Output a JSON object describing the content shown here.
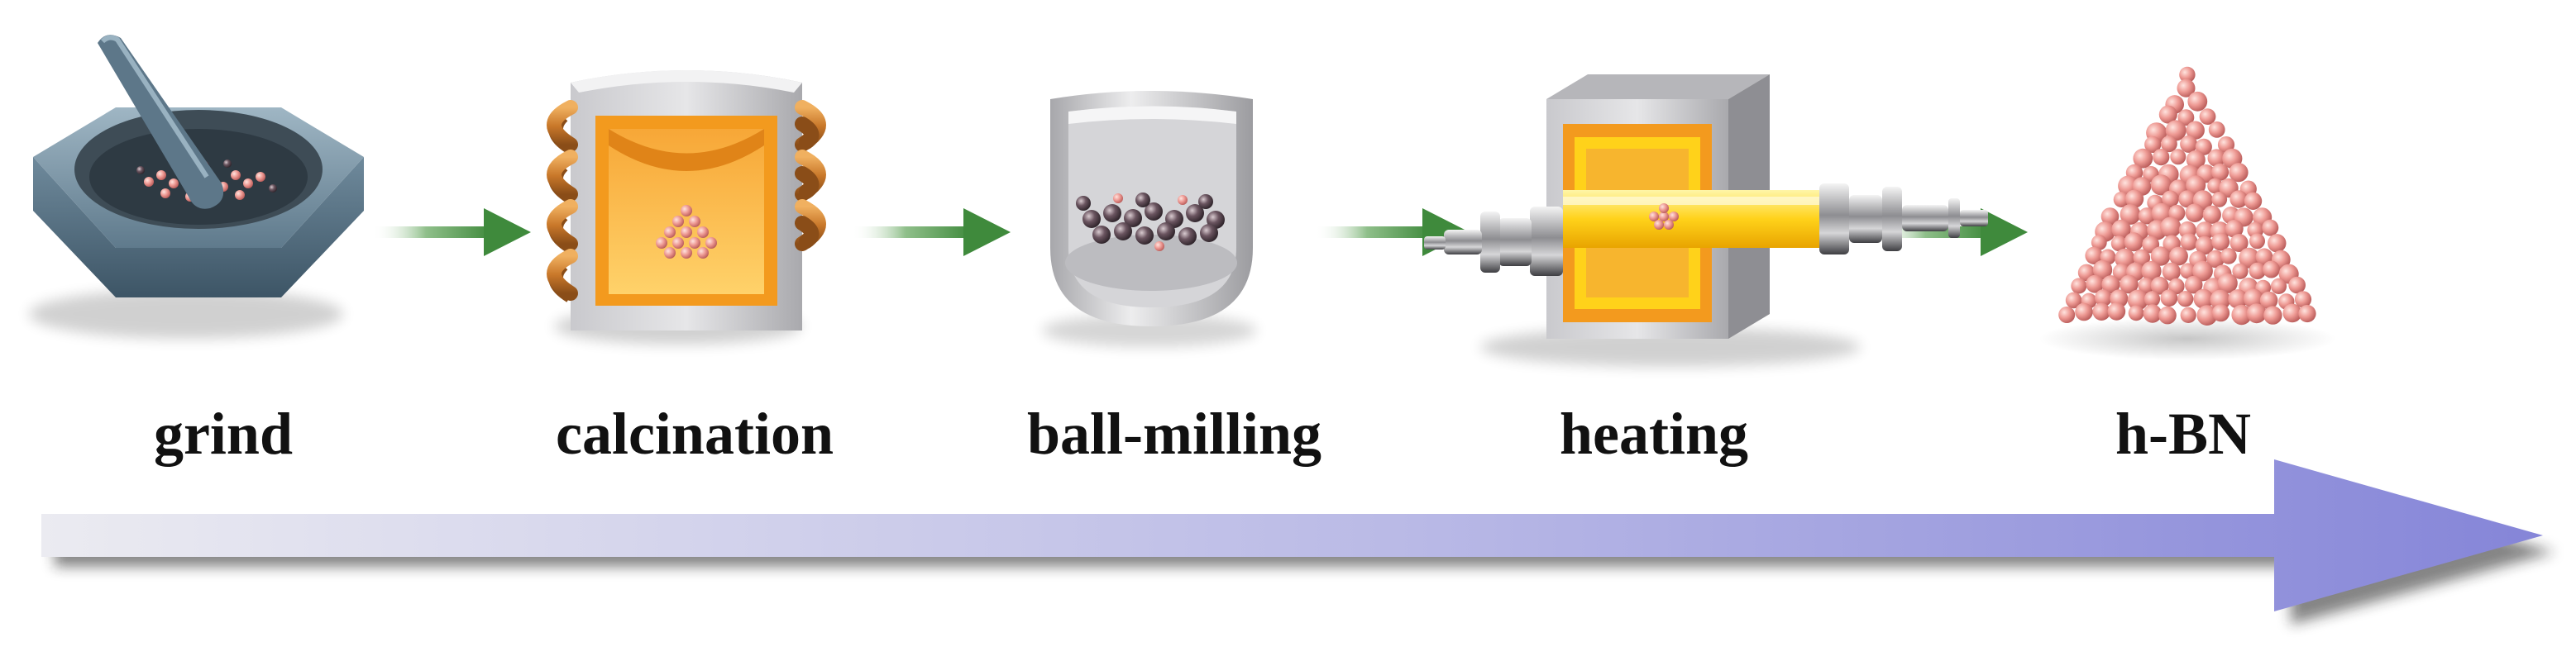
{
  "steps": [
    {
      "label": "grind",
      "icon": "mortar-and-pestle-icon"
    },
    {
      "label": "calcination",
      "icon": "calcination-furnace-icon"
    },
    {
      "label": "ball-milling",
      "icon": "ball-mill-jar-icon"
    },
    {
      "label": "heating",
      "icon": "tube-furnace-icon"
    },
    {
      "label": "h-BN",
      "icon": "hbn-particle-pile-icon"
    }
  ],
  "colors": {
    "step_arrow": "#3f8a3c",
    "process_arrow_start": "#e6e6ee",
    "process_arrow_end": "#8585d8",
    "furnace_orange": "#f39a1e",
    "heating_yellow": "#ffd21a",
    "particle_pink": "#e9908c",
    "ball_dark": "#4a3a40",
    "stone_blue": "#6f8c9e"
  }
}
